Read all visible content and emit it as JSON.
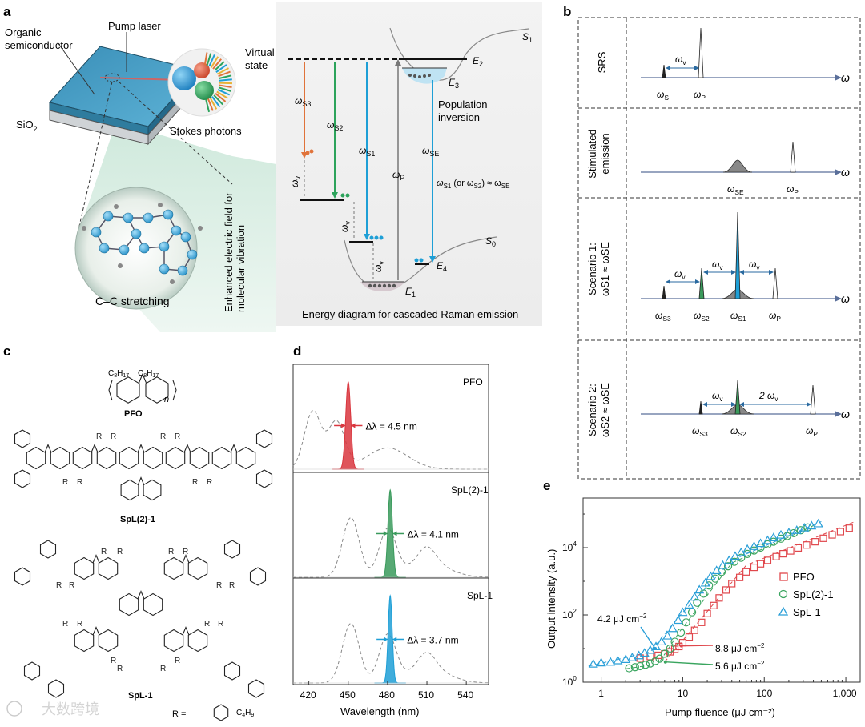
{
  "panels": {
    "a": "a",
    "b": "b",
    "c": "c",
    "d": "d",
    "e": "e"
  },
  "panel_a": {
    "organic_label": [
      "Organic",
      "semiconductor"
    ],
    "pump_laser": "Pump laser",
    "sio2": "SiO",
    "sio2_sub": "2",
    "stokes": "Stokes photons",
    "cc": "C–C stretching",
    "field_label": [
      "Enhanced electric field for",
      "molecular vibration"
    ],
    "virtual_state": [
      "Virtual",
      "state"
    ],
    "s1": "S",
    "s1_sub": "1",
    "s0": "S",
    "s0_sub": "0",
    "e2": "E",
    "e2_sub": "2",
    "e3": "E",
    "e3_sub": "3",
    "e1": "E",
    "e1_sub": "1",
    "e4": "E",
    "e4_sub": "4",
    "w_s3": "ω",
    "w_s3_sub": "S3",
    "w_s2": "ω",
    "w_s2_sub": "S2",
    "w_s1": "ω",
    "w_s1_sub": "S1",
    "w_se": "ω",
    "w_se_sub": "SE",
    "w_p": "ω",
    "w_p_sub": "P",
    "w_v": "ω",
    "w_v_sub": "v",
    "population": [
      "Population",
      "inversion"
    ],
    "relation": "ω",
    "relation_full": [
      "S1",
      " (or ω",
      "S2",
      ") ≈ ω",
      "SE"
    ],
    "caption": "Energy diagram for cascaded Raman emission",
    "colors": {
      "s3": "#e0733a",
      "s2": "#2ca35b",
      "s1": "#1e9fd6",
      "se": "#1e9fd6",
      "pump": "#777777"
    }
  },
  "panel_b": {
    "rows": [
      {
        "label": [
          "SRS"
        ],
        "peaks": [
          "ωS",
          "ωP"
        ]
      },
      {
        "label": [
          "Stimulated",
          "emission"
        ]
      },
      {
        "label": [
          "Scenario 1:",
          "ωS1 ≈ ωSE"
        ]
      },
      {
        "label": [
          "Scenario 2:",
          "ωS2 ≈ ωSE"
        ]
      }
    ],
    "axis": "ω",
    "two_wv": "2 ω",
    "sub": {
      "S": "S",
      "P": "P",
      "SE": "SE",
      "S1": "S1",
      "S2": "S2",
      "S3": "S3",
      "v": "v"
    }
  },
  "panel_c": {
    "pfo_sub": [
      "C",
      "8",
      "H",
      "17"
    ],
    "n": "n",
    "names": [
      "PFO",
      "SpL(2)-1",
      "SpL-1"
    ],
    "R": "R",
    "r_def": "R =",
    "c4h9": [
      "C",
      "4",
      "H",
      "9"
    ]
  },
  "panel_d": {
    "names": [
      "PFO",
      "SpL(2)-1",
      "SpL-1"
    ],
    "dl": [
      "Δλ = 4.5 nm",
      "Δλ = 4.1 nm",
      "Δλ = 3.7 nm"
    ],
    "xticks": [
      "420",
      "450",
      "480",
      "510",
      "540"
    ],
    "xlabel": "Wavelength (nm)",
    "colors": [
      "#d9363e",
      "#3a9a5c",
      "#1e9fd6"
    ]
  },
  "chart_data": {
    "type": "scatter",
    "xlabel": "Pump fluence (μJ cm⁻²)",
    "ylabel": "Output intensity (a.u.)",
    "xscale": "log",
    "yscale": "log",
    "xlim": [
      0.6,
      1500
    ],
    "ylim": [
      1,
      300000
    ],
    "xticks": [
      "1",
      "10",
      "100",
      "1,000"
    ],
    "yticks": [
      "10",
      "10",
      "10"
    ],
    "ytick_exp": [
      "0",
      "2",
      "4"
    ],
    "legend_position": "right",
    "series": [
      {
        "name": "PFO",
        "marker": "square",
        "color": "#e0474c",
        "x": [
          3.0,
          4.0,
          5.0,
          6.0,
          7.0,
          8.0,
          9.0,
          10.0,
          12.0,
          14.0,
          17.0,
          20.0,
          24.0,
          28.0,
          34.0,
          40.0,
          50.0,
          60.0,
          75.0,
          90.0,
          110.0,
          140.0,
          170.0,
          210.0,
          260.0,
          330.0,
          420.0,
          530.0,
          680.0,
          860.0,
          1100.0
        ],
        "y": [
          5.2,
          5.8,
          6.3,
          7.0,
          8.0,
          9.5,
          11.5,
          15,
          22,
          35,
          60,
          110,
          190,
          320,
          550,
          850,
          1300,
          1900,
          2600,
          3300,
          4200,
          5400,
          6600,
          8000,
          9800,
          12000,
          15000,
          19000,
          24000,
          30000,
          38000
        ]
      },
      {
        "name": "SpL(2)-1",
        "marker": "circle",
        "color": "#3aa55f",
        "x": [
          2.2,
          2.6,
          3.0,
          3.5,
          4.0,
          4.6,
          5.2,
          6.0,
          7.0,
          8.0,
          9.5,
          11.0,
          13.0,
          15.0,
          18.0,
          21.0,
          25.0,
          30.0,
          36.0,
          43.0,
          52.0,
          62.0,
          75.0,
          90.0,
          110.0,
          130.0,
          160.0,
          190.0,
          230.0,
          280.0,
          340.0
        ],
        "y": [
          2.6,
          2.8,
          3.0,
          3.3,
          3.6,
          4.2,
          5.0,
          7.0,
          10,
          16,
          30,
          60,
          120,
          230,
          430,
          750,
          1200,
          1900,
          2800,
          3800,
          5000,
          6500,
          8200,
          10000,
          12500,
          15000,
          18500,
          22000,
          27000,
          33000,
          40000
        ]
      },
      {
        "name": "SpL-1",
        "marker": "triangle",
        "color": "#2a9fd8",
        "x": [
          0.8,
          1.0,
          1.3,
          1.6,
          2.0,
          2.4,
          2.9,
          3.4,
          4.0,
          4.7,
          5.5,
          6.5,
          7.5,
          8.8,
          10.0,
          12.0,
          14.0,
          16.0,
          19.0,
          22.0,
          26.0,
          31.0,
          37.0,
          44.0,
          52.0,
          62.0,
          75.0,
          90.0,
          110.0,
          130.0,
          160.0,
          200.0,
          250.0,
          310.0,
          380.0,
          460.0
        ],
        "y": [
          3.5,
          3.8,
          4.0,
          4.4,
          4.8,
          5.4,
          6.2,
          7.4,
          9.0,
          11.5,
          16,
          24,
          40,
          70,
          120,
          200,
          340,
          560,
          900,
          1400,
          2100,
          3000,
          4200,
          5600,
          7200,
          9000,
          11000,
          13500,
          16500,
          20000,
          24000,
          28000,
          33000,
          39000,
          45000,
          52000
        ]
      }
    ],
    "annotations": [
      {
        "text": "4.2 μJ cm",
        "sup": "−2",
        "color": "#2a9fd8"
      },
      {
        "text": "8.8 μJ cm",
        "sup": "−2",
        "color": "#e0474c"
      },
      {
        "text": "5.6 μJ cm",
        "sup": "−2",
        "color": "#3aa55f"
      }
    ]
  },
  "watermark": "大数跨境"
}
